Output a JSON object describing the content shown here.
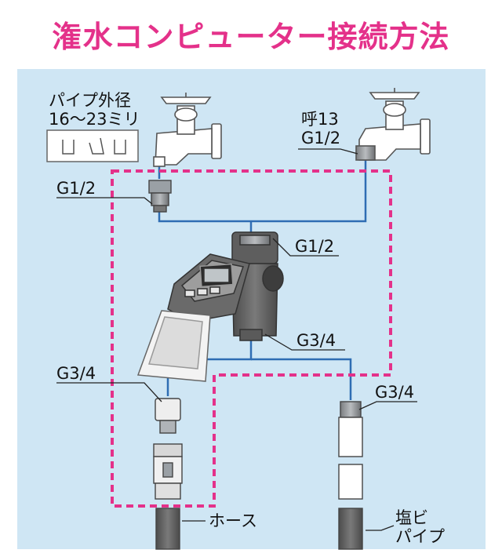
{
  "title": "潅水コンピューター接続方法",
  "labels": {
    "pipe_outer_diameter_line1": "パイプ外径",
    "pipe_outer_diameter_line2": "16〜23ミリ",
    "faucet_size_line1": "呼13",
    "faucet_size_line2": "G1/2",
    "adapter_left_thread": "G1/2",
    "timer_inlet_thread": "G1/2",
    "timer_outlet_thread": "G3/4",
    "hose_connector_thread": "G3/4",
    "pvc_connector_thread": "G3/4",
    "hose": "ホース",
    "pvc_pipe_line1": "塩ビ",
    "pvc_pipe_line2": "パイプ"
  },
  "colors": {
    "title": "#e4318a",
    "background": "#cfe6f4",
    "dashed_box": "#e4318a",
    "connector_lines": "#2f6db3"
  }
}
